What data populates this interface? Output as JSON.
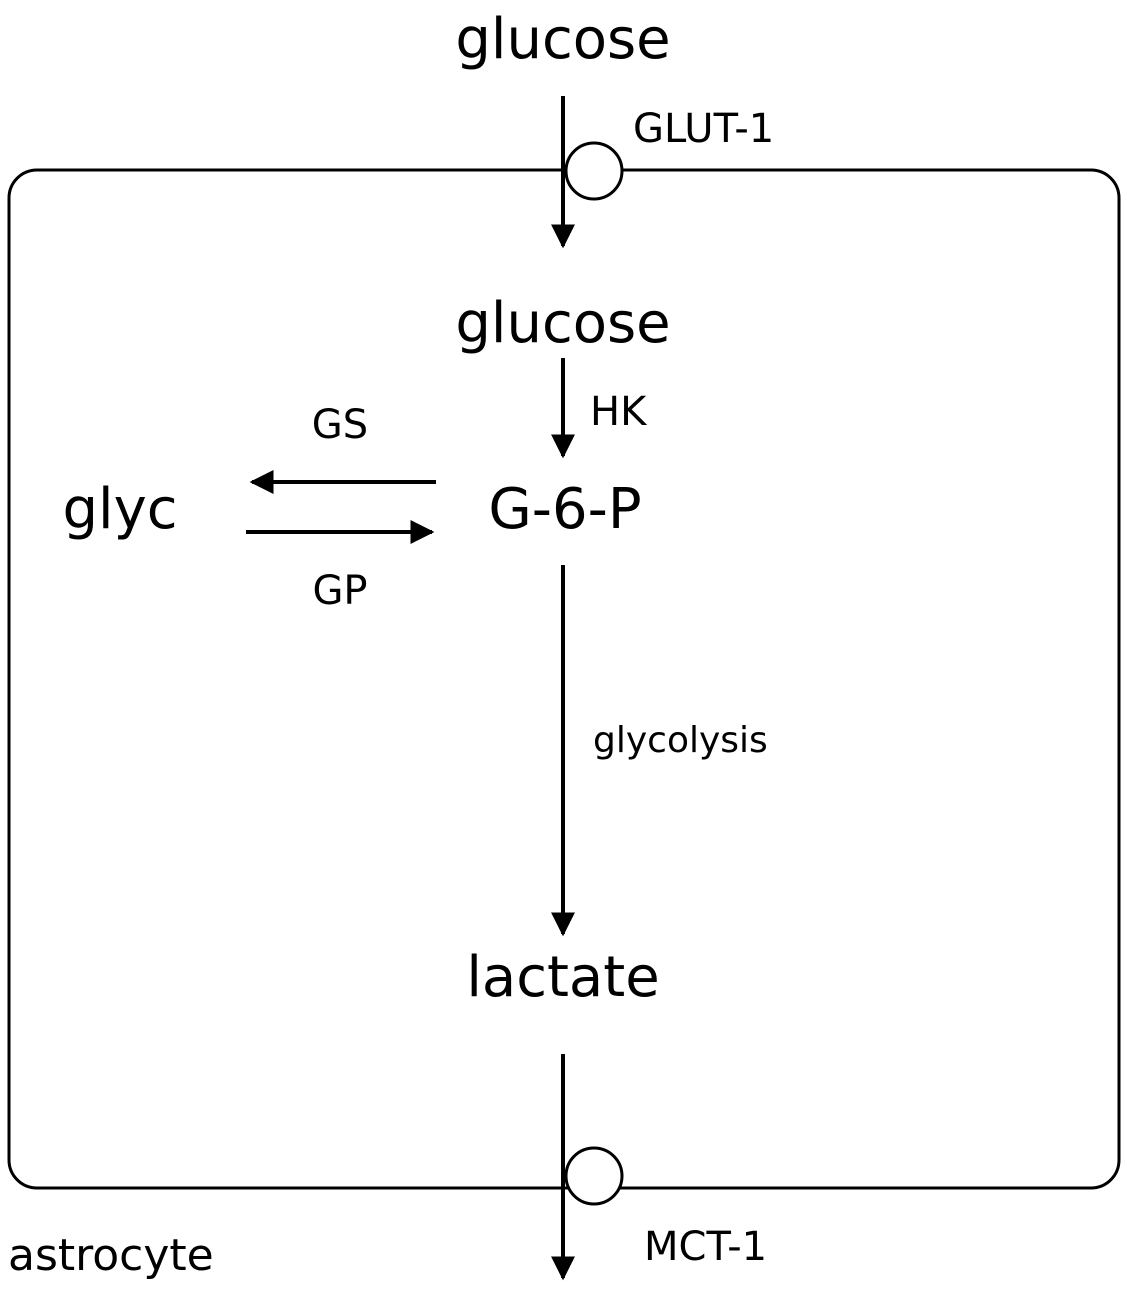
{
  "labels": {
    "glucose_outside": "glucose",
    "glut1": "GLUT-1",
    "glucose_inside": "glucose",
    "hk": "HK",
    "gs": "GS",
    "glyc": "glyc",
    "g6p": "G-6-P",
    "gp": "GP",
    "glycolysis": "glycolysis",
    "lactate": "lactate",
    "mct1": "MCT-1",
    "astrocyte": "astrocyte"
  },
  "colors": {
    "stroke": "#000000",
    "background": "#ffffff"
  }
}
